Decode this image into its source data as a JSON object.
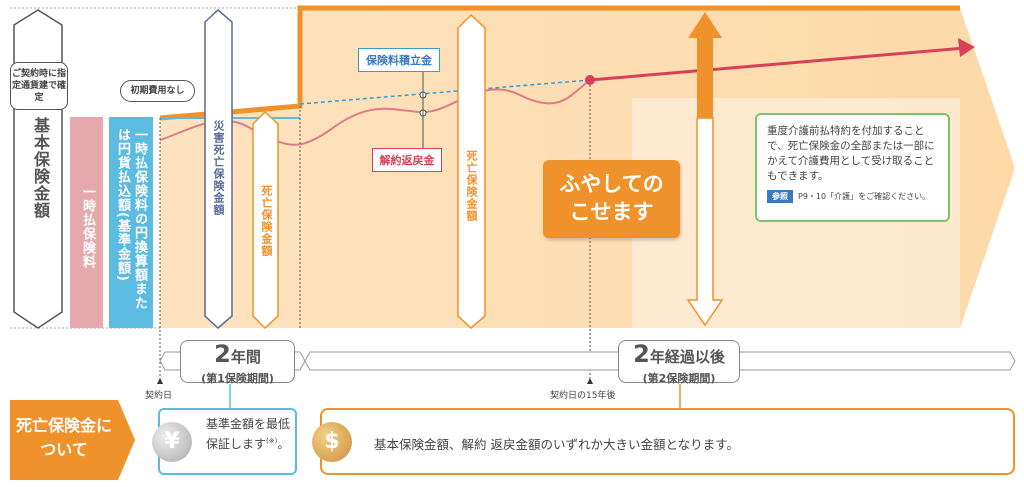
{
  "left": {
    "basic_amount_label": "基本保険金額",
    "basic_amount_note": "ご契約時に指定通貨建で確定",
    "single_premium_label": "一時払保険料",
    "yen_amount_label": "一時払保険料の円換算額または円貨払込額(基準金額)",
    "no_initial_cost": "初期費用なし"
  },
  "chart": {
    "accident_death_label": "災害死亡保険金額",
    "death_benefit_label_1": "死亡保険金額",
    "death_benefit_label_2": "死亡保険金額",
    "reserve_label": "保険料積立金",
    "surrender_label": "解約返戻金",
    "grow_label": "ふやしてのこせます",
    "care_note": "重度介護前払特約を付加することで、死亡保険金の全部または一部にかえて介護費用として受け取ることもできます。",
    "ref_badge": "参照",
    "ref_text": "P9・10「介護」をご確認ください。"
  },
  "timeline": {
    "period1_big": "2",
    "period1_unit": "年間",
    "period1_sub": "(第1保険期間)",
    "period2_big": "2",
    "period2_unit": "年経過以後",
    "period2_sub": "(第2保険期間)",
    "contract_date": "契約日",
    "contract_15y": "契約日の15年後"
  },
  "death_benefit": {
    "header": "死亡保険金について",
    "period1_text": "基準金額を最低保証します",
    "period1_note": "(※)",
    "period1_end": "。",
    "period2_text": "基本保険金額、解約 返戻金額のいずれか大きい金額となります。",
    "yen_coin": "¥",
    "dollar_coin": "$"
  },
  "colors": {
    "orange": "#f0922b",
    "blue": "#5bbbe0",
    "pink": "#e5a9ad",
    "navy": "#5a6a9a",
    "green": "#7cc36a",
    "red": "#d8405a"
  }
}
